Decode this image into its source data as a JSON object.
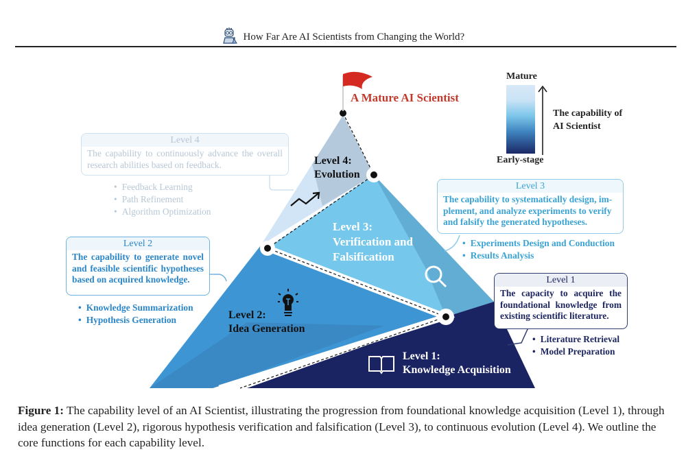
{
  "header": {
    "title": "How Far Are AI Scientists from Changing the World?",
    "logo_icon": "scientist-robot-icon"
  },
  "peak_label": "A Mature AI Scientist",
  "legend": {
    "top": "Mature",
    "bottom": "Early-stage",
    "axis_label_line1": "The capability of",
    "axis_label_line2": "AI Scientist",
    "gradient_colors": [
      "#d8e8f7",
      "#7cc6ea",
      "#3f84bf",
      "#1a2765"
    ]
  },
  "pyramid": {
    "levels": [
      {
        "id": 1,
        "title_line1": "Level 1:",
        "title_line2": "Knowledge Acquisition",
        "icon": "book-icon",
        "color": "#1b2462"
      },
      {
        "id": 2,
        "title_line1": "Level 2:",
        "title_line2": "Idea Generation",
        "icon": "lightbulb-icon",
        "color": "#3e95d3"
      },
      {
        "id": 3,
        "title_line1": "Level 3:",
        "title_line2": "Verification and",
        "title_line3": "Falsification",
        "icon": "magnifier-icon",
        "color": "#76c7ec"
      },
      {
        "id": 4,
        "title_line1": "Level 4:",
        "title_line2": "Evolution",
        "icon": "trend-arrow-icon",
        "color": "#d2e5f6"
      }
    ]
  },
  "callouts": {
    "level4": {
      "header": "Level 4",
      "body": "The capability to continuously advance the overall research abilities based on feedback.",
      "bullets": [
        "Feedback Learning",
        "Path Refinement",
        "Algorithm Optimization"
      ]
    },
    "level3": {
      "header": "Level 3",
      "body": "The capability to systematically design, im-plement, and analyze experiments to verify and falsify the generated  hypotheses.",
      "bullets": [
        "Experiments Design and Conduction",
        "Results Analysis"
      ]
    },
    "level2": {
      "header": "Level 2",
      "body": "The capability to generate novel and feasible scientific hypotheses based on acquired knowledge.",
      "bullets": [
        "Knowledge Summarization",
        "Hypothesis Generation"
      ]
    },
    "level1": {
      "header": "Level 1",
      "body": "The capacity to acquire the foundational knowledge from existing scientific literature.",
      "bullets": [
        "Literature Retrieval",
        "Model Preparation"
      ]
    }
  },
  "caption": {
    "label": "Figure 1:",
    "text": " The capability level of an AI Scientist, illustrating the progression from foundational knowledge acquisition (Level 1), through idea generation (Level 2), rigorous hypothesis verification and falsification (Level 3), to continuous evolution (Level 4). We outline the core functions for each capability level."
  }
}
